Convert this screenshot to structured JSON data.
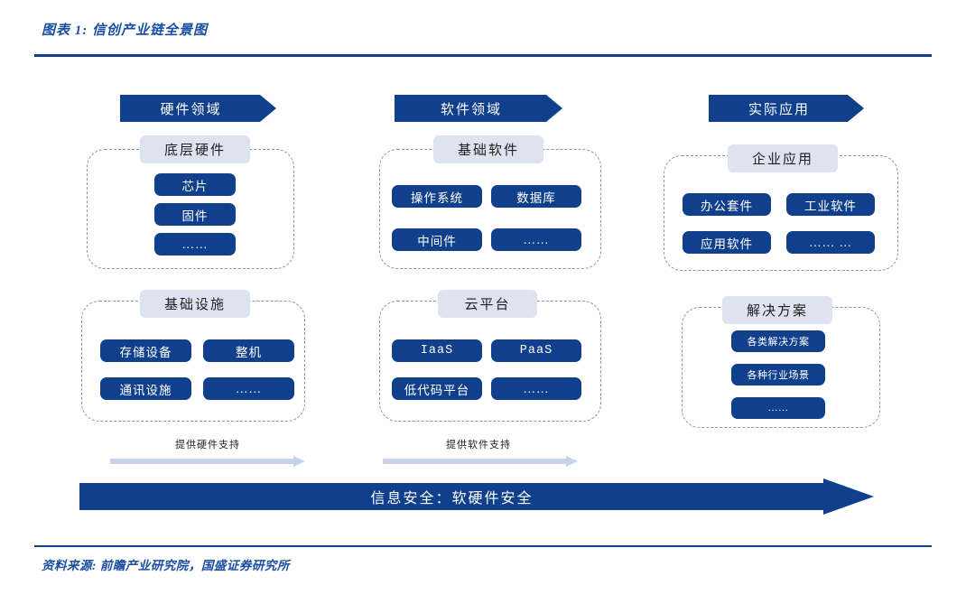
{
  "figure": {
    "title": "图表 1: 信创产业链全景图",
    "source": "资料来源: 前瞻产业研究院，国盛证券研究所"
  },
  "colors": {
    "deep_blue": "#10408c",
    "light_blue_pill": "#dde3ef",
    "dashed_border": "#7e95c4",
    "arrow_light": "#c8d3e8",
    "title_blue": "#1a4fa0"
  },
  "banners": [
    {
      "label": "硬件领域"
    },
    {
      "label": "软件领域"
    },
    {
      "label": "实际应用"
    }
  ],
  "groups": [
    {
      "title": "底层硬件",
      "layout": "single",
      "items": [
        "芯片",
        "固件",
        "……"
      ]
    },
    {
      "title": "基础软件",
      "layout": "double",
      "items": [
        "操作系统",
        "数据库",
        "中间件",
        "……"
      ]
    },
    {
      "title": "企业应用",
      "layout": "double",
      "items": [
        "办公套件",
        "工业软件",
        "应用软件",
        "…… …"
      ]
    },
    {
      "title": "基础设施",
      "layout": "double",
      "items": [
        "存储设备",
        "整机",
        "通讯设施",
        "……"
      ]
    },
    {
      "title": "云平台",
      "layout": "double",
      "items": [
        "IaaS",
        "PaaS",
        "低代码平台",
        "……"
      ]
    },
    {
      "title": "解决方案",
      "layout": "single-small",
      "items": [
        "各类解决方案",
        "各种行业场景",
        "……"
      ]
    }
  ],
  "support_arrows": [
    {
      "label": "提供硬件支持"
    },
    {
      "label": "提供软件支持"
    }
  ],
  "bottom_arrow": {
    "label": "信息安全：软硬件安全"
  }
}
